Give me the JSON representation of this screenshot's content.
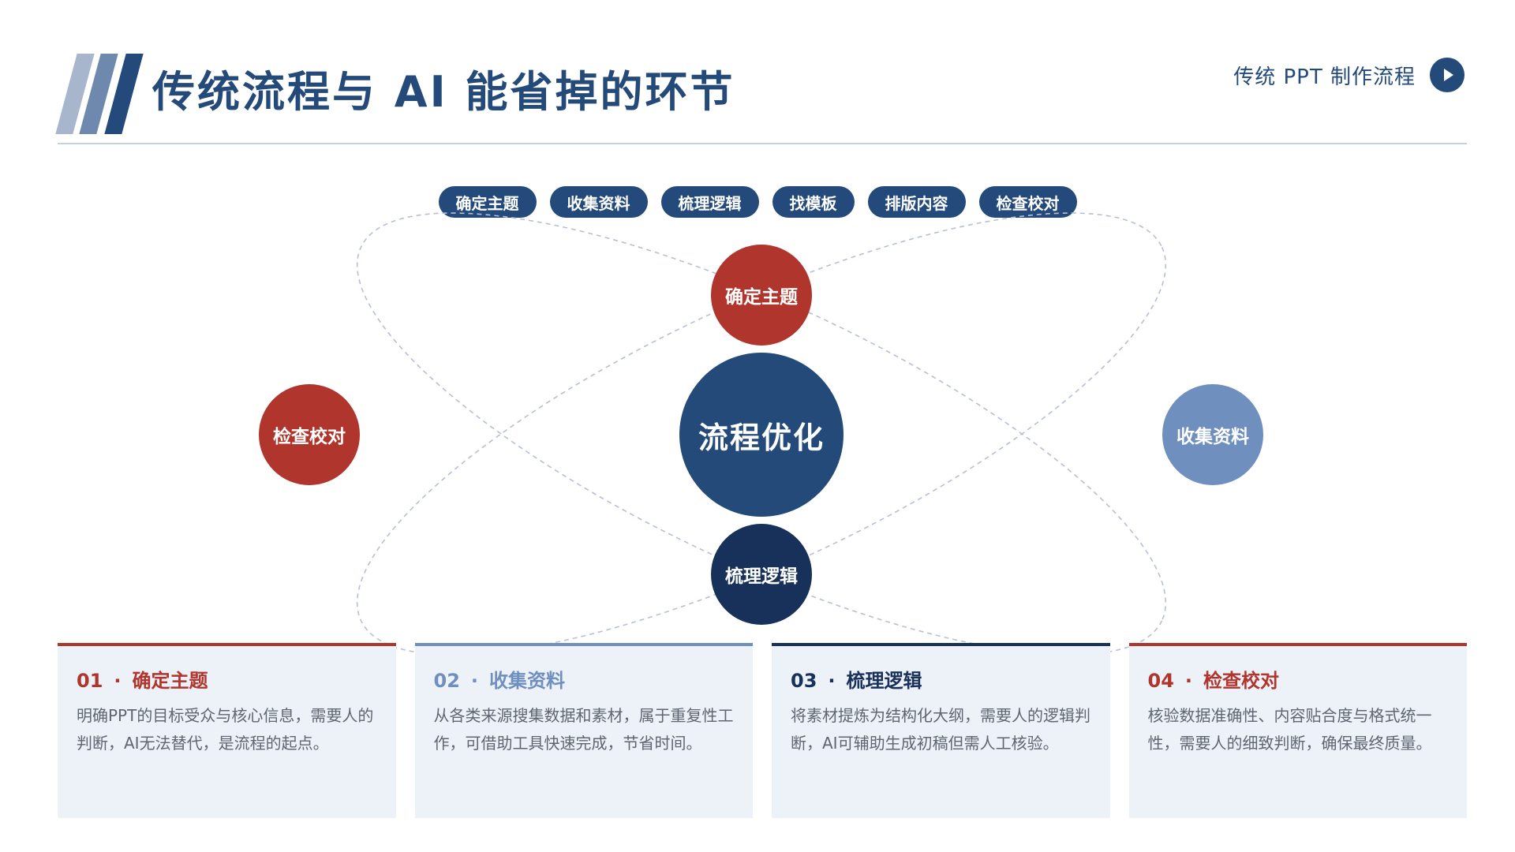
{
  "header": {
    "title": "传统流程与 AI 能省掉的环节",
    "caption": "传统 PPT 制作流程"
  },
  "steps": [
    "确定主题",
    "收集资料",
    "梳理逻辑",
    "找模板",
    "排版内容",
    "检查校对"
  ],
  "diagram": {
    "center": "流程优化",
    "top": "确定主题",
    "right": "收集资料",
    "bottom": "梳理逻辑",
    "left": "检查校对"
  },
  "cards": [
    {
      "number": "01",
      "separator": "·",
      "title": "确定主题",
      "body": "明确PPT的目标受众与核心信息，需要人的判断，AI无法替代，是流程的起点。",
      "accent": "#b0352c"
    },
    {
      "number": "02",
      "separator": "·",
      "title": "收集资料",
      "body": "从各类来源搜集数据和素材，属于重复性工作，可借助工具快速完成，节省时间。",
      "accent": "#6f8fbf"
    },
    {
      "number": "03",
      "separator": "·",
      "title": "梳理逻辑",
      "body": "将素材提炼为结构化大纲，需要人的逻辑判断，AI可辅助生成初稿但需人工核验。",
      "accent": "#18315a"
    },
    {
      "number": "04",
      "separator": "·",
      "title": "检查校对",
      "body": "核验数据准确性、内容贴合度与格式统一性，需要人的细致判断，确保最终质量。",
      "accent": "#b0352c"
    }
  ],
  "colors": {
    "navy": "#244a79",
    "red": "#b0352c",
    "light_blue": "#6f8fbf",
    "dark_navy": "#18315a",
    "card_bg": "#edf1f8"
  },
  "icons": {
    "header_button": "play-icon"
  }
}
